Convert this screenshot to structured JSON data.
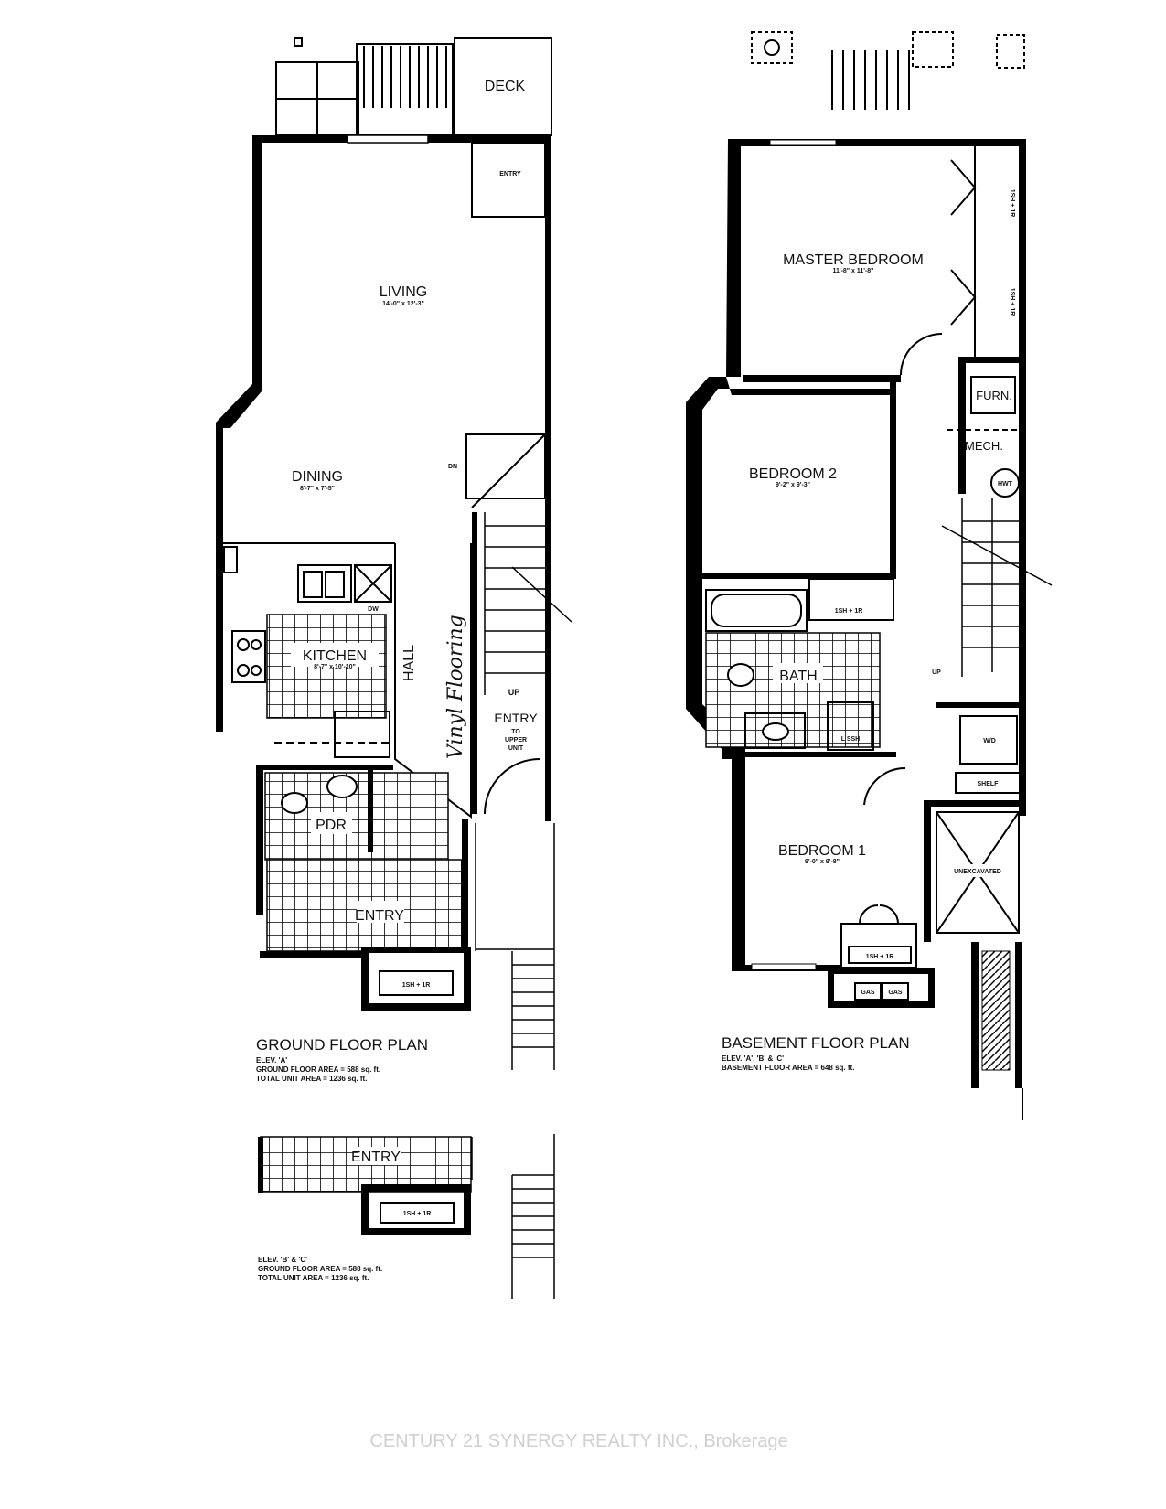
{
  "ground_floor": {
    "rooms": {
      "deck": "DECK",
      "entry_rear": "ENTRY",
      "living": {
        "name": "LIVING",
        "size": "14'-0\" x 12'-3\""
      },
      "dining": {
        "name": "DINING",
        "size": "8'-7\" x 7'-5\""
      },
      "kitchen": {
        "name": "KITCHEN",
        "size": "8'-7\" x 10'-10\""
      },
      "dw": "DW",
      "hall": "HALL",
      "pdr": "PDR",
      "entry": "ENTRY",
      "entry_upper": [
        "ENTRY",
        "TO",
        "UPPER",
        "UNIT"
      ],
      "closet": "1SH + 1R",
      "up": "UP",
      "dn": "DN"
    },
    "handwritten_note": "Vinyl Flooring",
    "title": "GROUND FLOOR PLAN",
    "elev": "ELEV. 'A'",
    "floor_area": "GROUND FLOOR AREA = 588 sq. ft.",
    "total_area": "TOTAL UNIT AREA = 1236 sq. ft."
  },
  "alt_entry": {
    "entry": "ENTRY",
    "closet": "1SH + 1R",
    "elev": "ELEV. 'B' & 'C'",
    "floor_area": "GROUND FLOOR AREA = 588 sq. ft.",
    "total_area": "TOTAL UNIT AREA = 1236 sq. ft."
  },
  "basement": {
    "rooms": {
      "master": {
        "name": "MASTER BEDROOM",
        "size": "11'-8\" x 11'-8\""
      },
      "bedroom2": {
        "name": "BEDROOM 2",
        "size": "9'-2\" x 9'-3\""
      },
      "bedroom1": {
        "name": "BEDROOM 1",
        "size": "9'-0\" x 9'-8\""
      },
      "bath": "BATH",
      "furn": "FURN.",
      "mech": "MECH.",
      "hwt": "HWT",
      "wd": "W/D",
      "shelf": "SHELF",
      "unexcavated": "UNEXCAVATED",
      "closet": "1SH + 1R",
      "ssh": "L SSH",
      "gas": "GAS",
      "up": "UP"
    },
    "title": "BASEMENT FLOOR PLAN",
    "elev": "ELEV. 'A', 'B' & 'C'",
    "floor_area": "BASEMENT FLOOR AREA = 648 sq. ft."
  },
  "watermark": "CENTURY 21 SYNERGY REALTY INC., Brokerage"
}
